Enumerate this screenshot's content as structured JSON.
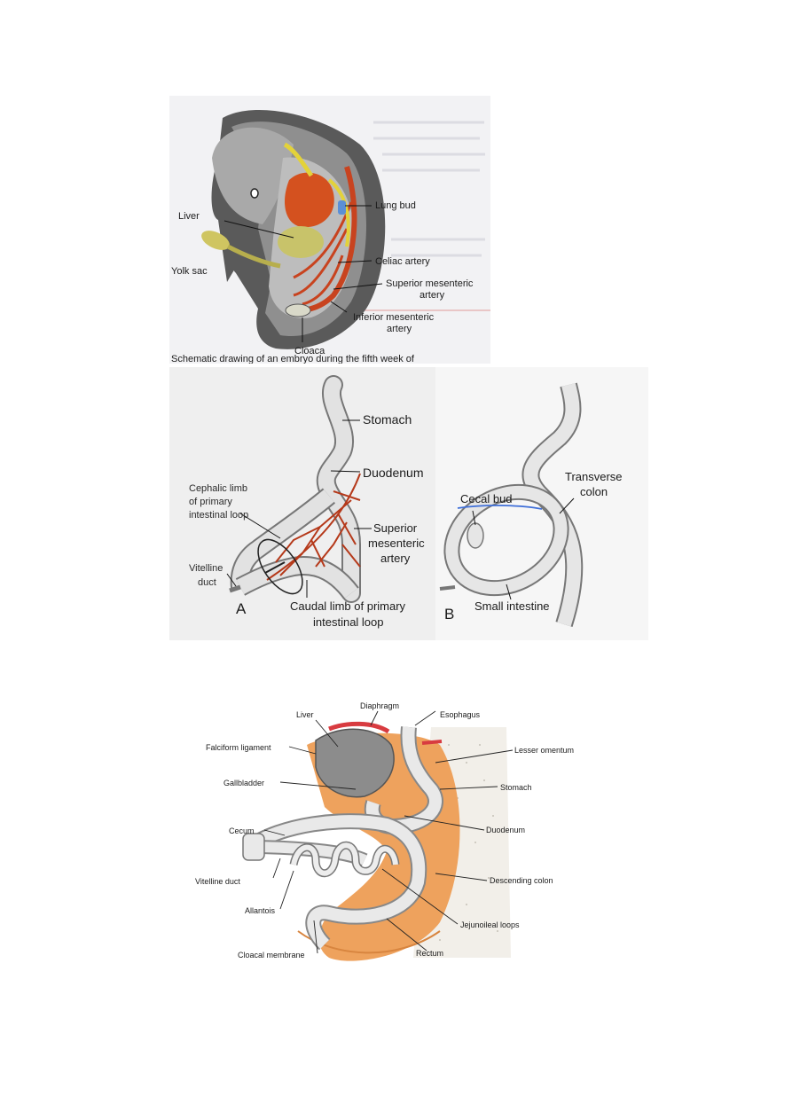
{
  "figure1": {
    "labels": {
      "liver": "Liver",
      "yolk_sac": "Yolk sac",
      "lung_bud": "Lung bud",
      "celiac_artery": "Celiac artery",
      "superior_mesenteric_1": "Superior mesenteric",
      "superior_mesenteric_2": "artery",
      "inferior_mesenteric_1": "Inferior mesenteric",
      "inferior_mesenteric_2": "artery",
      "cloaca": "Cloaca"
    },
    "caption": "Schematic drawing of an embryo during the fifth week of"
  },
  "figure2": {
    "labels": {
      "stomach": "Stomach",
      "duodenum": "Duodenum",
      "cephalic_1": "Cephalic limb",
      "cephalic_2": "of primary",
      "cephalic_3": "intestinal loop",
      "vitelline_1": "Vitelline",
      "vitelline_2": "duct",
      "sma_1": "Superior",
      "sma_2": "mesenteric",
      "sma_3": "artery",
      "caudal_1": "Caudal limb of primary",
      "caudal_2": "intestinal loop",
      "panel_a": "A",
      "panel_b": "B",
      "cecal_bud": "Cecal bud",
      "transverse_1": "Transverse",
      "transverse_2": "colon",
      "small_intestine": "Small intestine"
    }
  },
  "figure3": {
    "labels": {
      "liver": "Liver",
      "diaphragm": "Diaphragm",
      "esophagus": "Esophagus",
      "falciform": "Falciform ligament",
      "lesser_omentum": "Lesser omentum",
      "gallbladder": "Gallbladder",
      "stomach": "Stomach",
      "cecum": "Cecum",
      "duodenum": "Duodenum",
      "vitelline_duct": "Vitelline duct",
      "descending_colon": "Descending colon",
      "allantois": "Allantois",
      "jejunoileal": "Jejunoileal loops",
      "cloacal_membrane": "Cloacal membrane",
      "rectum": "Rectum"
    }
  },
  "colors": {
    "artery": "#c8431f",
    "yellow": "#e3d23a",
    "mesentery": "#eea25d",
    "diaphragm": "#d83b40",
    "gray": "#8a8a8a"
  }
}
